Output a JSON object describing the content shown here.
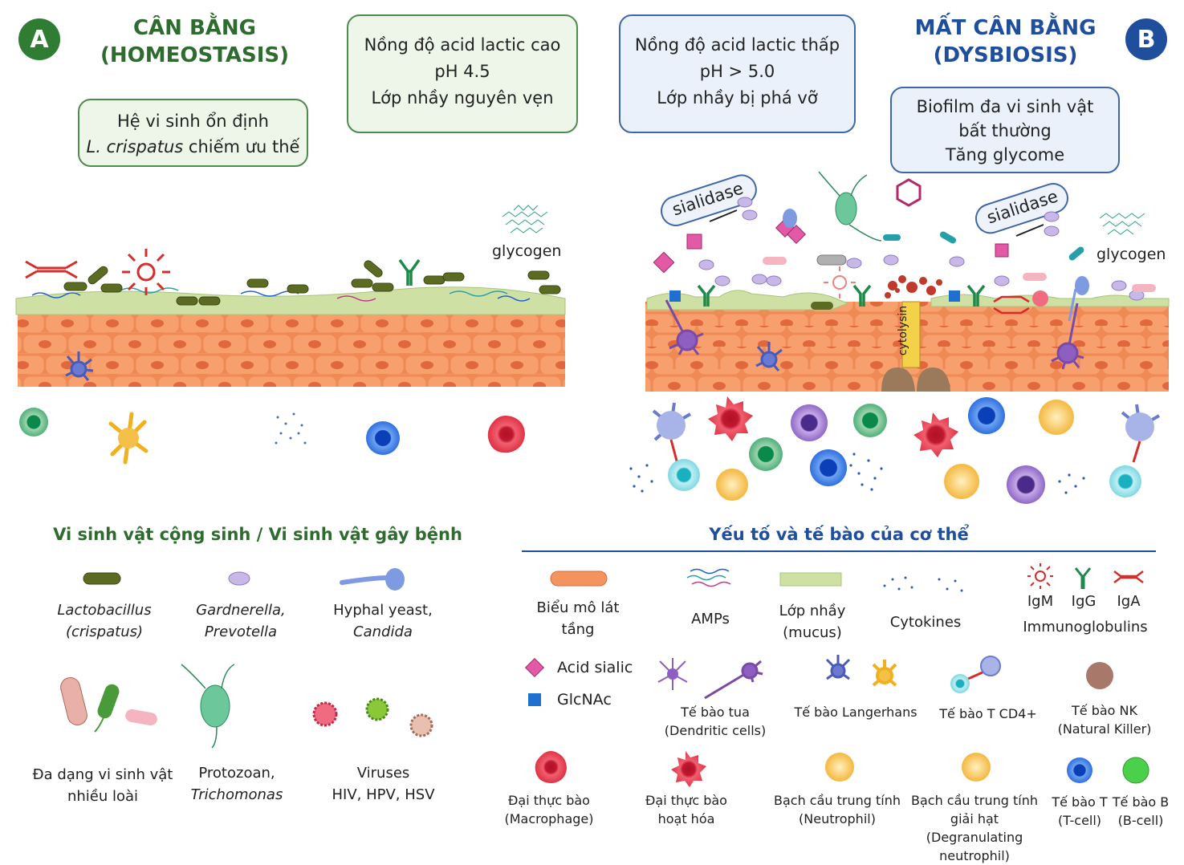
{
  "panel_a": {
    "badge": "A",
    "title_line1": "CÂN BẰNG",
    "title_line2": "(HOMEOSTASIS)",
    "box_stable_line1": "Hệ vi sinh ổn định",
    "box_stable_line2_italic": "L. crispatus",
    "box_stable_line2_rest": " chiếm ưu thế",
    "box_acid_line1": "Nồng độ acid lactic cao",
    "box_acid_line2": "pH 4.5",
    "box_acid_line3": "Lớp nhầy nguyên vẹn",
    "glycogen": "glycogen"
  },
  "panel_b": {
    "badge": "B",
    "title_line1": "MẤT CÂN BẰNG",
    "title_line2": "(DYSBIOSIS)",
    "box_acid_line1": "Nồng độ acid lactic thấp",
    "box_acid_line2": "pH > 5.0",
    "box_acid_line3": "Lớp nhầy bị phá vỡ",
    "box_biofilm_line1": "Biofilm đa vi sinh vật",
    "box_biofilm_line2": "bất thường",
    "box_biofilm_line3": "Tăng glycome",
    "sialidase_1": "sialidase",
    "sialidase_2": "sialidase",
    "cytolysin": "cytolysin",
    "glycogen": "glycogen"
  },
  "legend_microbes": {
    "heading": "Vi sinh vật cộng sinh / Vi sinh vật gây bệnh",
    "lacto_1": "Lactobacillus",
    "lacto_2": "(crispatus)",
    "gard_1": "Gardnerella,",
    "gard_2": "Prevotella",
    "hyphal_1": "Hyphal yeast,",
    "hyphal_2": "Candida",
    "diverse_1": "Đa dạng vi sinh vật",
    "diverse_2": "nhiều loài",
    "proto_1": "Protozoan,",
    "proto_2": "Trichomonas",
    "virus_1": "Viruses",
    "virus_2": "HIV, HPV, HSV"
  },
  "legend_host": {
    "heading": "Yếu tố và tế bào của cơ thể",
    "epi_1": "Biểu mô lát",
    "epi_2": "tầng",
    "amps": "AMPs",
    "mucus_1": "Lớp nhầy",
    "mucus_2": "(mucus)",
    "cytokines": "Cytokines",
    "igm": "IgM",
    "igg": "IgG",
    "iga": "IgA",
    "immunoglobulins": "Immunoglobulins",
    "acid_sialic": "Acid sialic",
    "glcnac": "GlcNAc",
    "dendritic_1": "Tế bào tua",
    "dendritic_2": "(Dendritic cells)",
    "langerhans": "Tế bào Langerhans",
    "tcd4": "Tế bào T CD4+",
    "nk_1": "Tế bào NK",
    "nk_2": "(Natural Killer)",
    "macro_1": "Đại thực bào",
    "macro_2": "(Macrophage)",
    "macro_act_1": "Đại thực bào",
    "macro_act_2": "hoạt hóa",
    "neutro_1": "Bạch cầu trung tính",
    "neutro_2": "(Neutrophil)",
    "degran_1": "Bạch cầu trung tính",
    "degran_2": "giải hạt",
    "degran_3": "(Degranulating neutrophil)",
    "tcell_1": "Tế bào T",
    "tcell_2": "(T-cell)",
    "bcell_1": "Tế bào B",
    "bcell_2": "(B-cell)"
  },
  "colors": {
    "green_dark": "#2f6b2f",
    "blue_dark": "#1f4e9c",
    "epithelium": "#f3935e",
    "mucus": "#cfe0a4",
    "lacto": "#5b6b22",
    "sialic": "#e25aa6",
    "glcnac": "#1f6fd1"
  }
}
